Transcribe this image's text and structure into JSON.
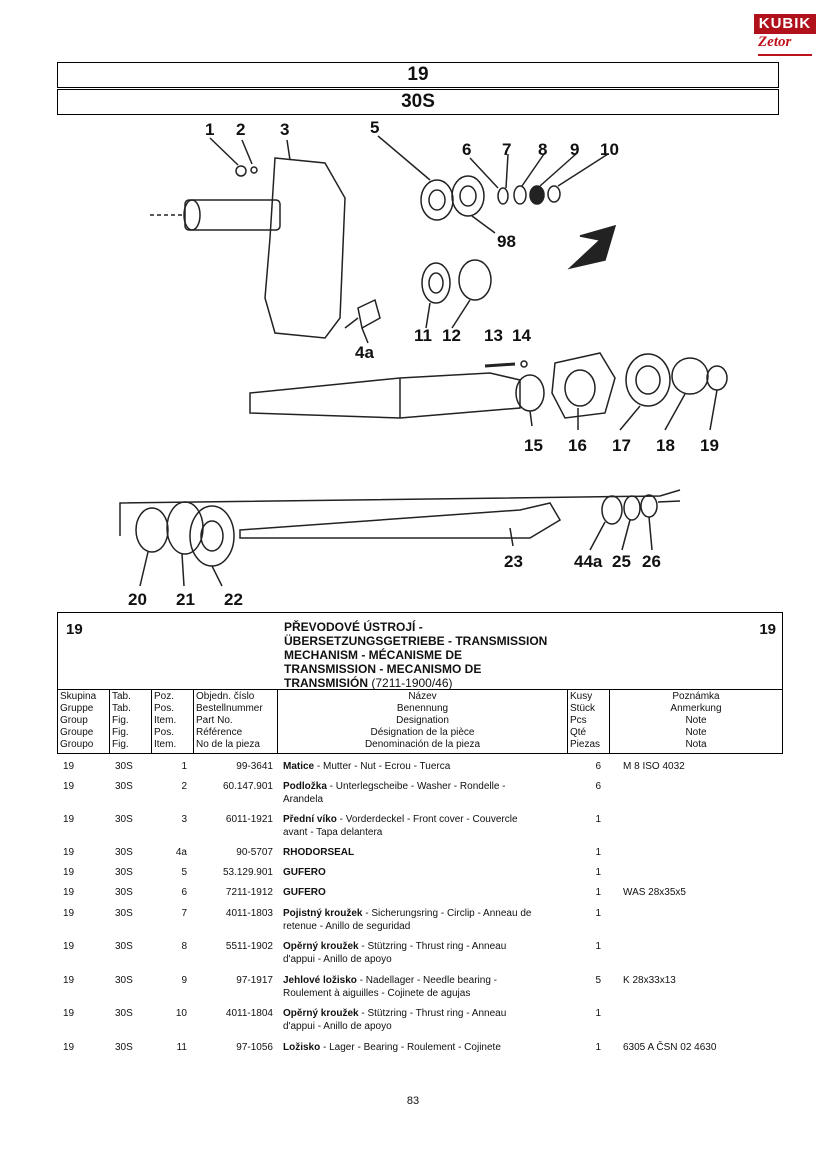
{
  "brand": {
    "kubik": "KUBIK",
    "zetor": "Zetor"
  },
  "header": {
    "group": "19",
    "table": "30S"
  },
  "callouts": [
    {
      "label": "1"
    },
    {
      "label": "2"
    },
    {
      "label": "3"
    },
    {
      "label": "5"
    },
    {
      "label": "6"
    },
    {
      "label": "7"
    },
    {
      "label": "8"
    },
    {
      "label": "9"
    },
    {
      "label": "10"
    },
    {
      "label": "98"
    },
    {
      "label": "4a"
    },
    {
      "label": "11"
    },
    {
      "label": "12"
    },
    {
      "label": "13"
    },
    {
      "label": "14"
    },
    {
      "label": "15"
    },
    {
      "label": "16"
    },
    {
      "label": "17"
    },
    {
      "label": "18"
    },
    {
      "label": "19"
    },
    {
      "label": "20"
    },
    {
      "label": "21"
    },
    {
      "label": "22"
    },
    {
      "label": "23"
    },
    {
      "label": "44a"
    },
    {
      "label": "25"
    },
    {
      "label": "26"
    }
  ],
  "section": {
    "group_left": "19",
    "group_right": "19",
    "title_lines": [
      "PŘEVODOVÉ ÚSTROJÍ -",
      "ÜBERSETZUNGSGETRIEBE - TRANSMISSION",
      "MECHANISM - MÉCANISME DE",
      "TRANSMISSION - MECANISMO DE",
      "TRANSMISIÓN"
    ],
    "title_code": "(7211-1900/46)"
  },
  "columns": {
    "skupina": [
      "Skupina",
      "Gruppe",
      "Group",
      "Groupe",
      "Groupo"
    ],
    "tab": [
      "Tab.",
      "Tab.",
      "Fig.",
      "Fig.",
      "Fig."
    ],
    "poz": [
      "Poz.",
      "Pos.",
      "Item.",
      "Pos.",
      "Item."
    ],
    "cislo": [
      "Objedn. číslo",
      "Bestellnummer",
      "Part No.",
      "Référence",
      "No de la pieza"
    ],
    "nazev": [
      "Název",
      "Benennung",
      "Designation",
      "Désignation de la pièce",
      "Denominación de la pieza"
    ],
    "kusy": [
      "Kusy",
      "Stück",
      "Pcs",
      "Qté",
      "Piezas"
    ],
    "poznamka": [
      "Poznámka",
      "Anmerkung",
      "Note",
      "Note",
      "Nota"
    ]
  },
  "rows": [
    {
      "sk": "19",
      "tab": "30S",
      "poz": "1",
      "no": "99-3641",
      "bold": "Matice",
      "rest": " - Mutter - Nut - Ecrou - Tuerca",
      "rest2": "",
      "ks": "6",
      "note": "M 8 ISO 4032"
    },
    {
      "sk": "19",
      "tab": "30S",
      "poz": "2",
      "no": "60.147.901",
      "bold": "Podložka",
      "rest": " - Unterlegscheibe - Washer - Rondelle -",
      "rest2": "Arandela",
      "ks": "6",
      "note": ""
    },
    {
      "sk": "19",
      "tab": "30S",
      "poz": "3",
      "no": "6011-1921",
      "bold": "Přední víko",
      "rest": " - Vorderdeckel - Front cover - Couvercle",
      "rest2": "avant - Tapa delantera",
      "ks": "1",
      "note": ""
    },
    {
      "sk": "19",
      "tab": "30S",
      "poz": "4a",
      "no": "90-5707",
      "bold": "RHODORSEAL",
      "rest": "",
      "rest2": "",
      "ks": "1",
      "note": ""
    },
    {
      "sk": "19",
      "tab": "30S",
      "poz": "5",
      "no": "53.129.901",
      "bold": "GUFERO",
      "rest": "",
      "rest2": "",
      "ks": "1",
      "note": ""
    },
    {
      "sk": "19",
      "tab": "30S",
      "poz": "6",
      "no": "7211-1912",
      "bold": "GUFERO",
      "rest": "",
      "rest2": "",
      "ks": "1",
      "note": "WAS 28x35x5"
    },
    {
      "sk": "19",
      "tab": "30S",
      "poz": "7",
      "no": "4011-1803",
      "bold": "Pojistný kroužek",
      "rest": " - Sicherungsring - Circlip - Anneau de",
      "rest2": "retenue - Anillo de seguridad",
      "ks": "1",
      "note": ""
    },
    {
      "sk": "19",
      "tab": "30S",
      "poz": "8",
      "no": "5511-1902",
      "bold": "Opěrný kroužek",
      "rest": " - Stützring - Thrust ring - Anneau",
      "rest2": "d'appui - Anillo de apoyo",
      "ks": "1",
      "note": ""
    },
    {
      "sk": "19",
      "tab": "30S",
      "poz": "9",
      "no": "97-1917",
      "bold": "Jehlové ložisko",
      "rest": " - Nadellager - Needle bearing -",
      "rest2": "Roulement à aiguilles - Cojinete de agujas",
      "ks": "5",
      "note": "K 28x33x13"
    },
    {
      "sk": "19",
      "tab": "30S",
      "poz": "10",
      "no": "4011-1804",
      "bold": "Opěrný kroužek",
      "rest": " - Stützring - Thrust ring - Anneau",
      "rest2": "d'appui - Anillo de apoyo",
      "ks": "1",
      "note": ""
    },
    {
      "sk": "19",
      "tab": "30S",
      "poz": "11",
      "no": "97-1056",
      "bold": "Ložisko",
      "rest": " - Lager - Bearing - Roulement - Cojinete",
      "rest2": "",
      "ks": "1",
      "note": "6305 A ČSN 02 4630"
    }
  ],
  "page_number": "83"
}
